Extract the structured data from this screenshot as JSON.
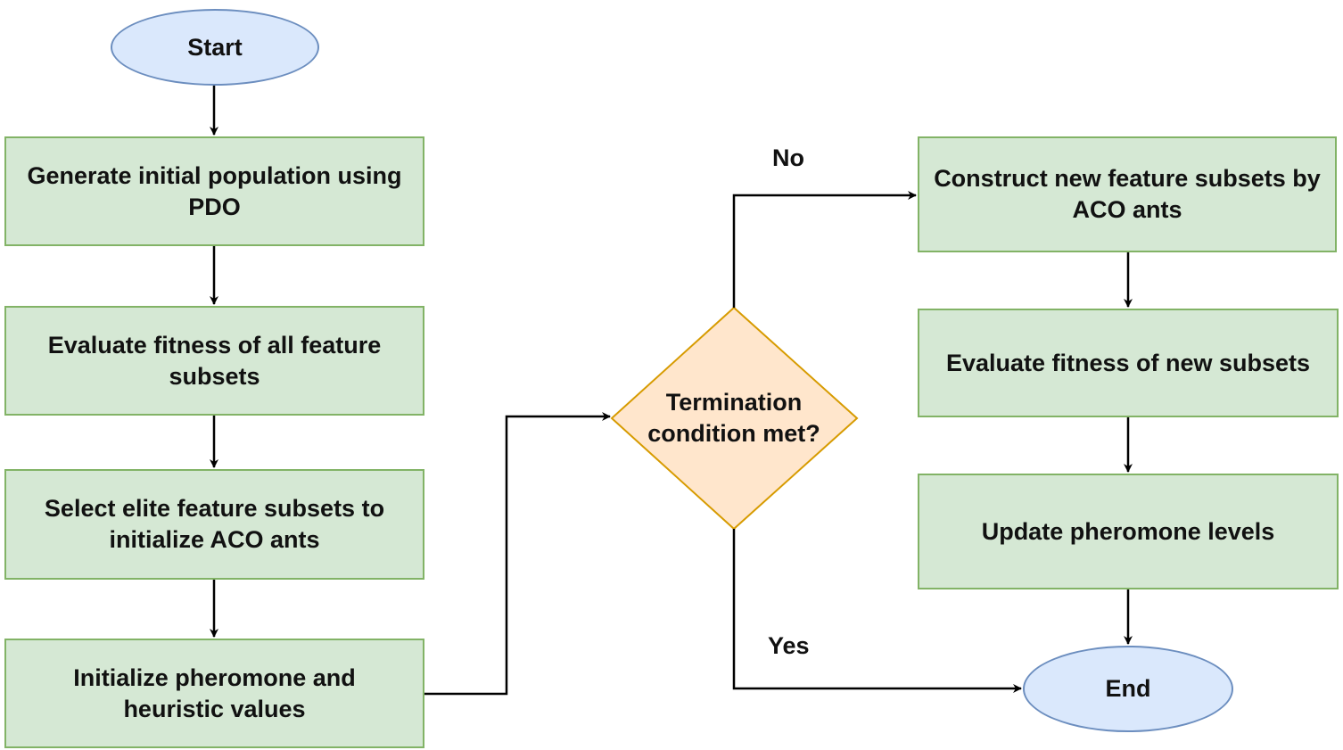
{
  "nodes": {
    "start": "Start",
    "generate": "Generate initial population using PDO",
    "evaluate_all": "Evaluate fitness of all feature subsets",
    "select_elite": "Select elite feature subsets to initialize ACO ants",
    "init_pheromone": "Initialize pheromone and heuristic values",
    "termination": "Termination condition met?",
    "construct": "Construct new feature subsets by ACO ants",
    "evaluate_new": "Evaluate fitness of new subsets",
    "update": "Update pheromone levels",
    "end": "End"
  },
  "edge_labels": {
    "no": "No",
    "yes": "Yes"
  },
  "colors": {
    "process_fill": "#d5e8d4",
    "process_stroke": "#82b366",
    "terminal_fill": "#dae8fc",
    "terminal_stroke": "#6c8ebf",
    "decision_fill": "#ffe6cc",
    "decision_stroke": "#d79b00",
    "line": "#000000"
  }
}
